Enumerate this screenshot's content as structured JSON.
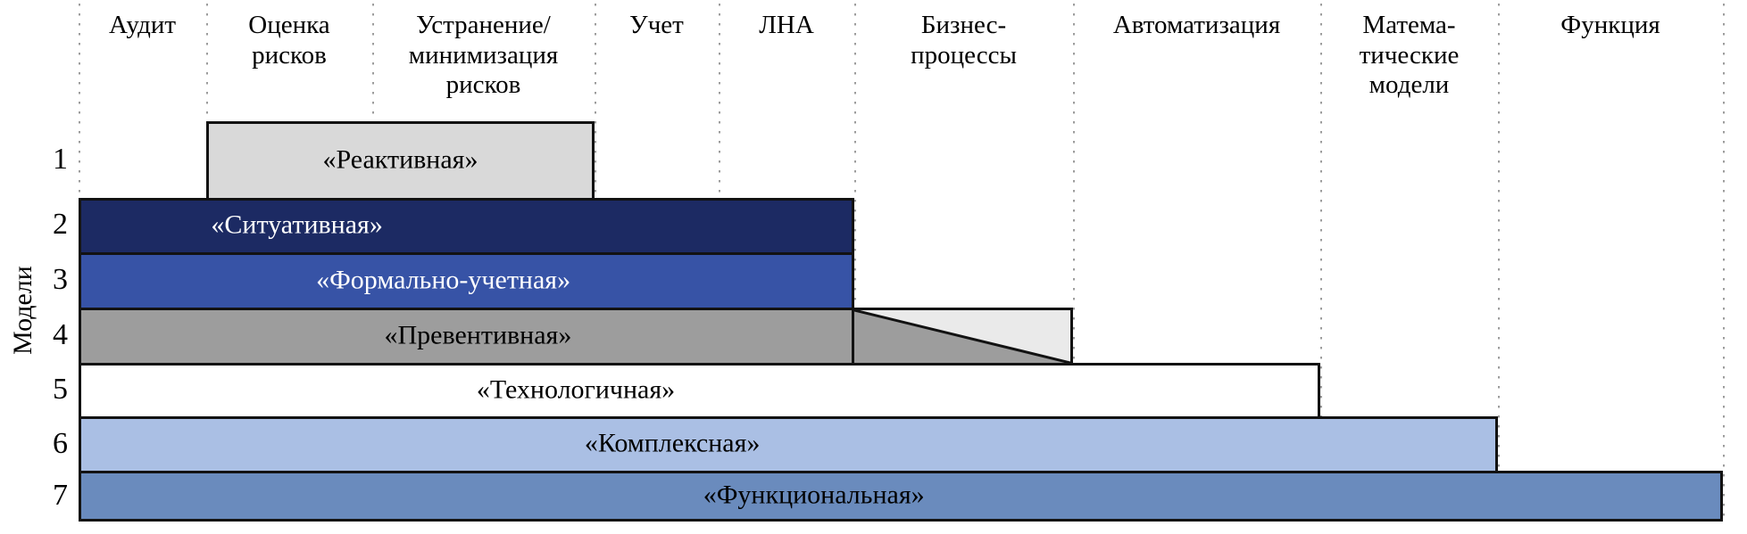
{
  "y_axis_label": "Модели",
  "colors": {
    "border": "#121212",
    "gridline": "#9c9c9c",
    "bar_reactive": "#d9d9d9",
    "bar_situational": "#1c2a63",
    "bar_formal_accounting": "#3753a6",
    "bar_preventive": "#9d9d9d",
    "bar_preventive_extension": "#eaeaea",
    "bar_technological": "#ffffff",
    "bar_complex": "#aabfe4",
    "bar_functional": "#6a8bbd"
  },
  "chart_data": {
    "type": "bar",
    "variant": "horizontal-gantt-maturity",
    "ylabel": "Модели",
    "grid": "dotted-vertical-column-separators",
    "columns": [
      "Аудит",
      "Оценка\nрисков",
      "Устранение/\nминимизация\nрисков",
      "Учет",
      "ЛНА",
      "Бизнес-\nпроцессы",
      "Автоматизация",
      "Матема-\nтические\nмодели",
      "Функция"
    ],
    "rows": [
      {
        "num": "1",
        "label": "«Реактивная»",
        "start_column": "Оценка рисков",
        "end_column": "Устранение/минимизация рисков",
        "fill": "#d9d9d9",
        "text_color": "#000000"
      },
      {
        "num": "2",
        "label": "«Ситуативная»",
        "start_column": "Аудит",
        "end_column": "ЛНА",
        "fill": "#1c2a63",
        "text_color": "#ffffff"
      },
      {
        "num": "3",
        "label": "«Формально-учетная»",
        "start_column": "Аудит",
        "end_column": "ЛНА",
        "fill": "#3753a6",
        "text_color": "#ffffff"
      },
      {
        "num": "4",
        "label": "«Превентивная»",
        "start_column": "Аудит",
        "end_column": "ЛНА",
        "fill": "#9d9d9d",
        "text_color": "#000000",
        "extension": {
          "column": "Бизнес-процессы",
          "fill": "#eaeaea",
          "split": "diagonal-top-left-to-bottom-right",
          "lower_triangle_fill": "#9d9d9d"
        }
      },
      {
        "num": "5",
        "label": "«Технологичная»",
        "start_column": "Аудит",
        "end_column": "Автоматизация",
        "fill": "#ffffff",
        "text_color": "#000000"
      },
      {
        "num": "6",
        "label": "«Комплексная»",
        "start_column": "Аудит",
        "end_column": "Математические модели",
        "fill": "#aabfe4",
        "text_color": "#000000"
      },
      {
        "num": "7",
        "label": "«Функциональная»",
        "start_column": "Аудит",
        "end_column": "Функция",
        "fill": "#6a8bbd",
        "text_color": "#000000"
      }
    ]
  }
}
